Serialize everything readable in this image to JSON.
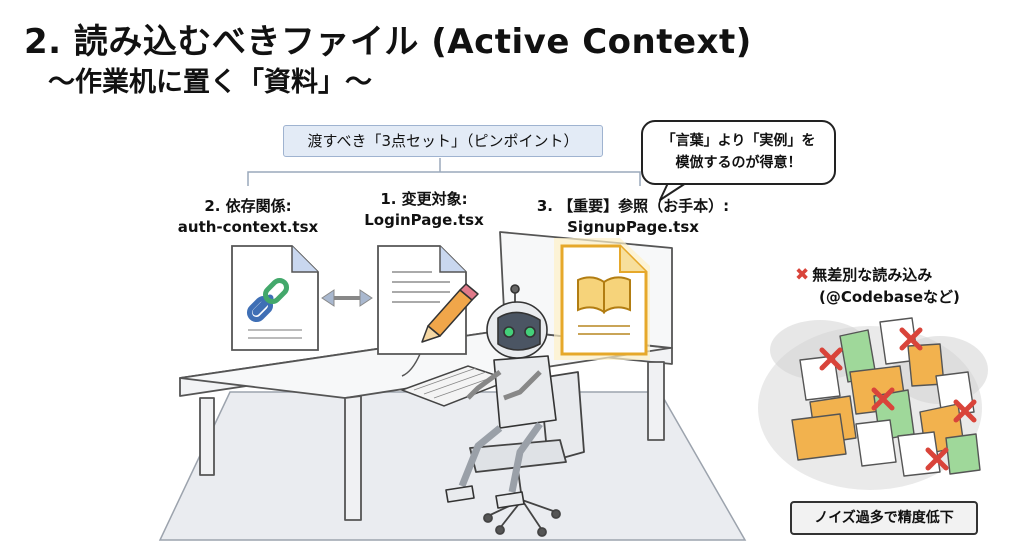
{
  "title": "2. 読み込むべきファイル (Active Context)",
  "subtitle": "〜作業机に置く「資料」〜",
  "banner": "渡すべき「3点セット」（ピンポイント）",
  "bubble": {
    "line1": "「言葉」より「実例」を",
    "line2": "模倣するのが得意！"
  },
  "files": {
    "dependency": {
      "heading": "2. 依存関係:",
      "filename": "auth-context.tsx",
      "icon": "chain-link-icon"
    },
    "target": {
      "heading": "1. 変更対象:",
      "filename": "LoginPage.tsx",
      "icon": "pencil-icon"
    },
    "reference": {
      "heading": "3. 【重要】参照（お手本）:",
      "filename": "SignupPage.tsx",
      "icon": "open-book-icon"
    }
  },
  "noise": {
    "title": "無差別な読み込み",
    "subtitle": "(@Codebaseなど)",
    "badge": "ノイズ過多で精度低下"
  },
  "colors": {
    "reference_highlight": "#f0b92c",
    "target_doc": "#eef3fb",
    "folder": "#f2b24e",
    "x_mark": "#d9443a",
    "banner_bg": "#e3ebf6"
  }
}
